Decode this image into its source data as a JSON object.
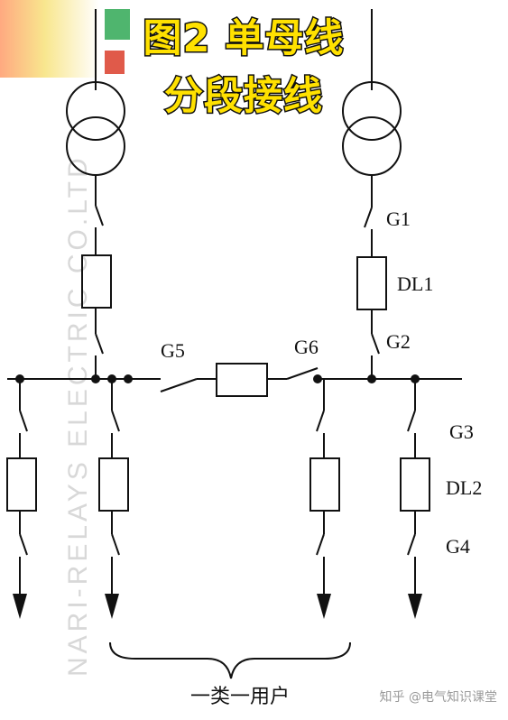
{
  "title": {
    "line1": "图2 单母线",
    "line2": "分段接线"
  },
  "watermark": "NARI-RELAYS ELECTRIC CO.LTD",
  "labels": {
    "g1": "G1",
    "dl1": "DL1",
    "g2": "G2",
    "g5": "G5",
    "g6": "G6",
    "g3": "G3",
    "dl2": "DL2",
    "g4": "G4"
  },
  "caption": "一类一用户",
  "credit": "知乎 @电气知识课堂",
  "colors": {
    "line": "#111111",
    "title_fill": "#ffe100",
    "title_stroke": "#111111"
  }
}
